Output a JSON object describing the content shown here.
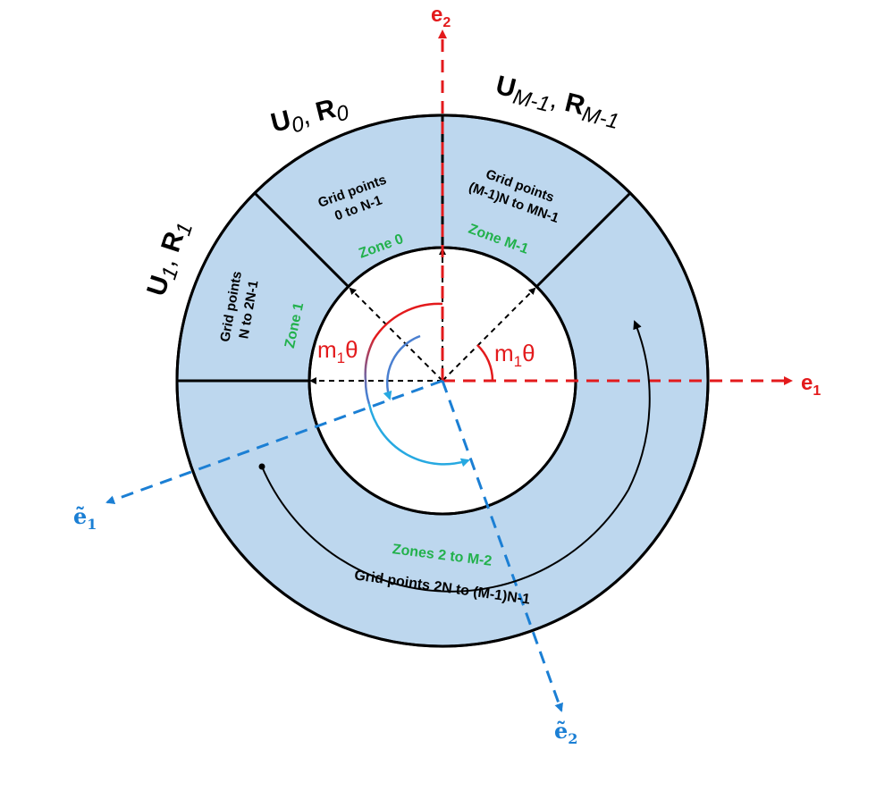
{
  "colors": {
    "annulus_fill": "#bdd7ee",
    "outline": "#000000",
    "zone_label": "#22b14c",
    "axis_red": "#e31a1c",
    "axis_blue": "#1b7fd4",
    "arc_blue": "#27a9e1"
  },
  "axes": {
    "e1": {
      "base": "e",
      "sub": "1"
    },
    "e2": {
      "base": "e",
      "sub": "2"
    },
    "e1_tilde": {
      "base": "ẽ",
      "sub": "1"
    },
    "e2_tilde": {
      "base": "ẽ",
      "sub": "2"
    }
  },
  "segments": {
    "zone_0": {
      "title": {
        "u": "U",
        "u_sub": "0",
        "r": "R",
        "r_sub": "0"
      },
      "grid_line1": "Grid points",
      "grid_line2": "0 to N-1",
      "zone": "Zone 0"
    },
    "zone_1": {
      "title": {
        "u": "U",
        "u_sub": "1",
        "r": "R",
        "r_sub": "1"
      },
      "grid_line1": "Grid points",
      "grid_line2": "N to 2N-1",
      "zone": "Zone 1"
    },
    "zone_m1": {
      "title": {
        "u": "U",
        "u_sub": "M-1",
        "r": "R",
        "r_sub": "M-1"
      },
      "grid_line1": "Grid points",
      "grid_line2": "(M-1)N to MN-1",
      "zone": "Zone M-1"
    },
    "zones_rest": {
      "zone": "Zones 2 to M-2",
      "grid": "Grid points 2N to (M-1)N-1"
    }
  },
  "angles": {
    "left": {
      "base": "m",
      "sub": "1",
      "sym": "θ"
    },
    "right": {
      "base": "m",
      "sub": "1",
      "sym": "θ"
    }
  }
}
